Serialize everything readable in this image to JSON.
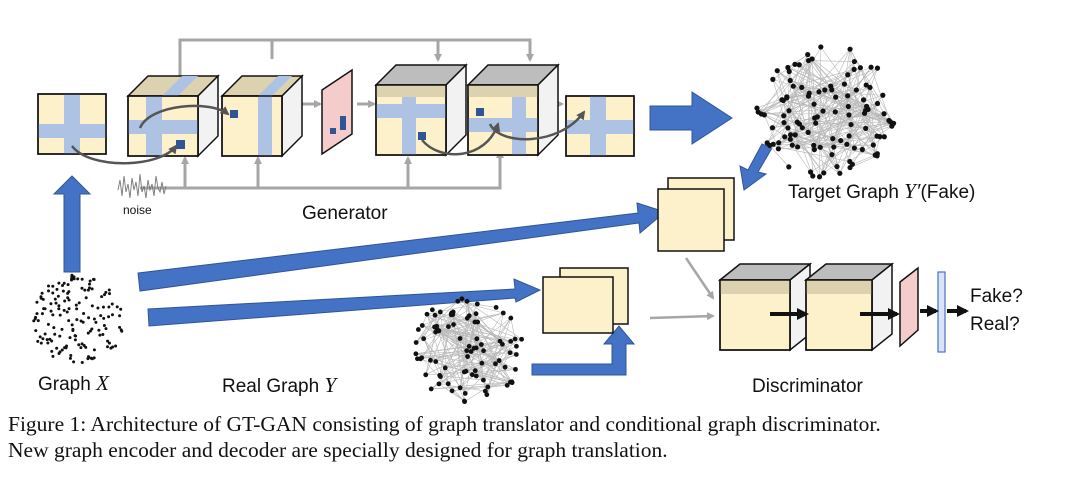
{
  "labels": {
    "noise": "noise",
    "generator": "Generator",
    "target_prefix": "Target Graph ",
    "target_var": "Y′",
    "target_suffix": "(Fake)",
    "graph_prefix": "Graph ",
    "graph_var": "X",
    "real_prefix": "Real Graph ",
    "real_var": "Y",
    "discriminator": "Discriminator",
    "fake": "Fake?",
    "real": "Real?"
  },
  "caption": {
    "line1": "Figure 1: Architecture of GT-GAN consisting of graph translator and conditional graph discriminator.",
    "line2": "New graph encoder and decoder are specially designed for graph translation."
  },
  "colors": {
    "cube_front": "#fdf1cc",
    "cube_top": "#ddd2b0",
    "cube_gray_top": "#bdbdbd",
    "cube_side": "#f2f2f2",
    "pink": "#f4cccc",
    "stripe": "#aec2e4",
    "arrow_blue": "#4472c4",
    "arrow_gray": "#a6a6a6",
    "node": "#111111"
  }
}
